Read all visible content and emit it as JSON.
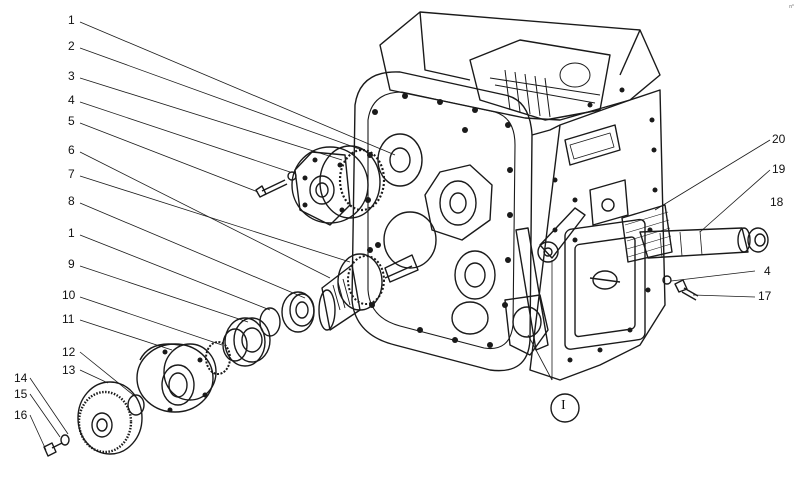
{
  "diagram": {
    "kind": "exploded-assembly-drawing",
    "callouts": [
      {
        "id": "c1",
        "text": "1"
      },
      {
        "id": "c2",
        "text": "2"
      },
      {
        "id": "c3",
        "text": "3"
      },
      {
        "id": "c4",
        "text": "4"
      },
      {
        "id": "c5",
        "text": "5"
      },
      {
        "id": "c6",
        "text": "6"
      },
      {
        "id": "c7",
        "text": "7"
      },
      {
        "id": "c8",
        "text": "8"
      },
      {
        "id": "c1b",
        "text": "1"
      },
      {
        "id": "c9",
        "text": "9"
      },
      {
        "id": "c10",
        "text": "10"
      },
      {
        "id": "c11",
        "text": "11"
      },
      {
        "id": "c12",
        "text": "12"
      },
      {
        "id": "c13",
        "text": "13"
      },
      {
        "id": "c14",
        "text": "14"
      },
      {
        "id": "c15",
        "text": "15"
      },
      {
        "id": "c16",
        "text": "16"
      },
      {
        "id": "c17",
        "text": "17"
      },
      {
        "id": "c4b",
        "text": "4"
      },
      {
        "id": "c18",
        "text": "18"
      },
      {
        "id": "c19",
        "text": "19"
      },
      {
        "id": "c20",
        "text": "20"
      }
    ],
    "detail_marker": "I",
    "corner_mark": "n°"
  },
  "colors": {
    "ink": "#1a1a1a",
    "paper": "#ffffff"
  }
}
